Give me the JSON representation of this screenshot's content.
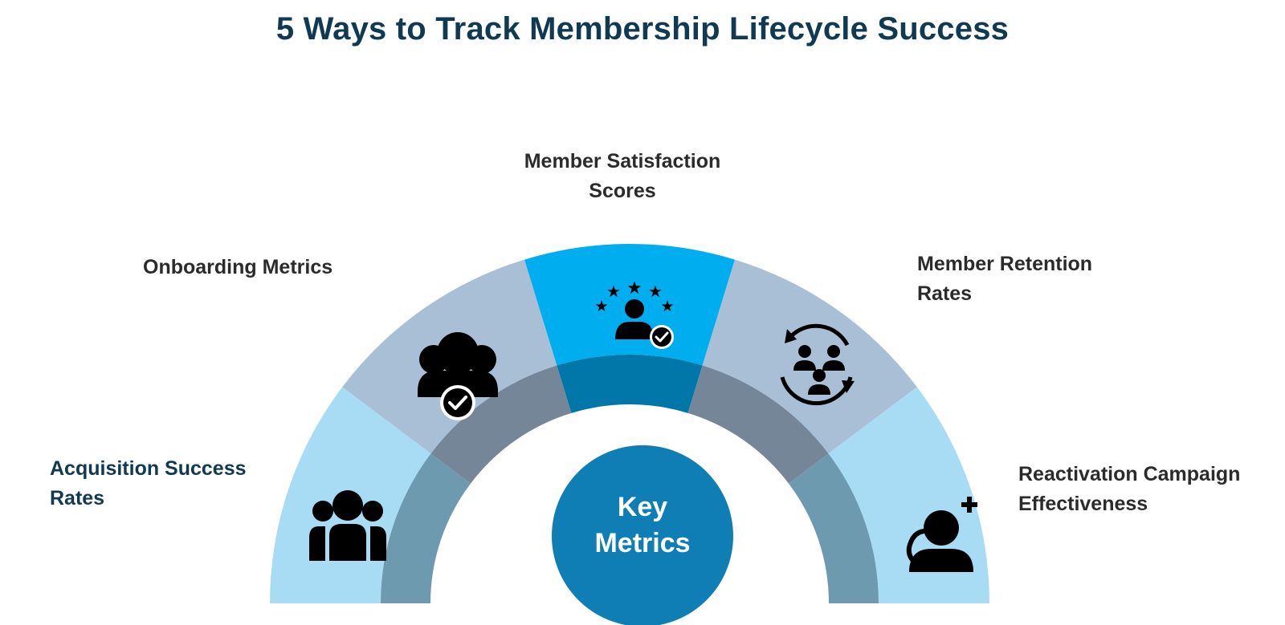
{
  "title": "5 Ways to Track Membership Lifecycle Success",
  "center": {
    "line1": "Key",
    "line2": "Metrics",
    "color": "#0f7eb4"
  },
  "segments": [
    {
      "label": "Acquisition Success Rates",
      "line1": "Acquisition Success",
      "line2": "Rates",
      "icon": "group-icon",
      "outer_color": "#a8dcf5",
      "inner_color": "#6e9ab0"
    },
    {
      "label": "Onboarding Metrics",
      "line1": "Onboarding Metrics",
      "line2": "",
      "icon": "team-check-icon",
      "outer_color": "#a9bfd6",
      "inner_color": "#768699"
    },
    {
      "label": "Member Satisfaction Scores",
      "line1": "Member Satisfaction",
      "line2": "Scores",
      "icon": "star-rating-user-icon",
      "outer_color": "#00adef",
      "inner_color": "#0077a8"
    },
    {
      "label": "Member Retention Rates",
      "line1": "Member Retention",
      "line2": "Rates",
      "icon": "retention-cycle-icon",
      "outer_color": "#a9bfd6",
      "inner_color": "#768699"
    },
    {
      "label": "Reactivation Campaign Effectiveness",
      "line1": "Reactivation Campaign",
      "line2": "Effectiveness",
      "icon": "add-user-icon",
      "outer_color": "#a8dcf5",
      "inner_color": "#6e9ab0"
    }
  ]
}
